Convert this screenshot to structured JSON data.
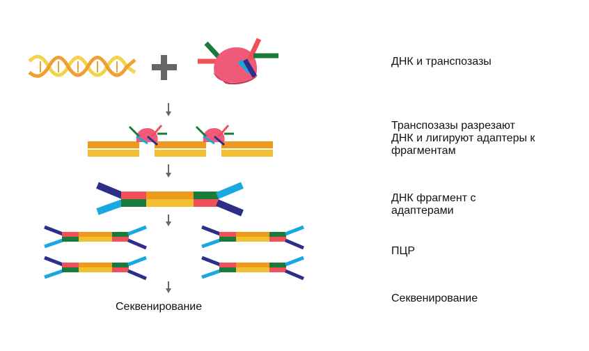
{
  "steps": [
    {
      "label": "ДНК и транспозазы"
    },
    {
      "label": "Транспозазы разрезают ДНК и лигируют адаптеры к фрагментам"
    },
    {
      "label": "ДНК фрагмент с адаптерами"
    },
    {
      "label": "ПЦР"
    },
    {
      "label": "Секвенирование"
    }
  ],
  "bottom_label": "Секвенирование",
  "colors": {
    "dna_yellow": "#f5d24a",
    "dna_orange": "#f0a030",
    "strand_orange": "#ee9a1e",
    "strand_yellow": "#f2c131",
    "adapter_red": "#f0505a",
    "adapter_green": "#1a7a3a",
    "adapter_navy": "#2e2e8a",
    "adapter_cyan": "#1aa8e0",
    "enzyme_pink": "#ee5a78",
    "enzyme_dark": "#c03a5a",
    "plus_gray": "#666666",
    "arrow_gray": "#666666"
  }
}
